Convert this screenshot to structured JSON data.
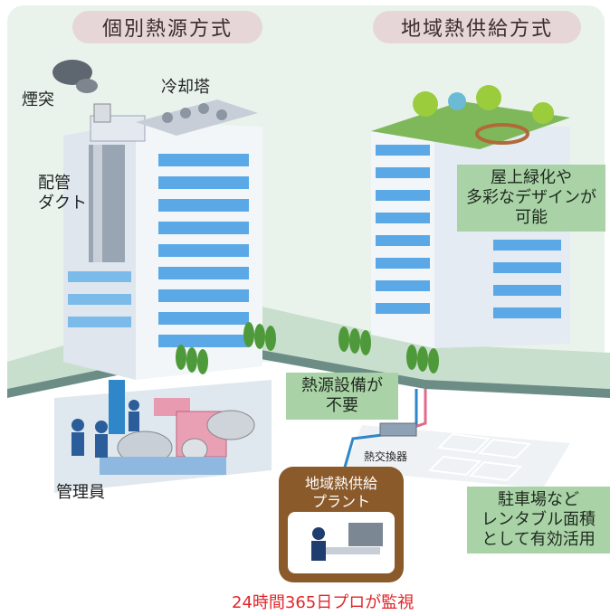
{
  "headers": {
    "left": "個別熱源方式",
    "right": "地域熱供給方式"
  },
  "left_labels": {
    "chimney": "煙突",
    "cooling_tower": "冷却塔",
    "duct_line1": "配管",
    "duct_line2": "ダクト",
    "staff": "管理員"
  },
  "right_labels": {
    "rooftop_line1": "屋上緑化や",
    "rooftop_line2": "多彩なデザインが",
    "rooftop_line3": "可能",
    "heat_source_line1": "熱源設備が",
    "heat_source_line2": "不要",
    "heat_exchanger": "熱交換器",
    "parking_line1": "駐車場など",
    "parking_line2": "レンタブル面積",
    "parking_line3": "として有効活用"
  },
  "plant": {
    "line1": "地域熱供給",
    "line2": "プラント"
  },
  "monitoring": "24時間365日プロが監視",
  "colors": {
    "header_pill": "#e6d6d7",
    "green_box": "#a9d3a6",
    "ground": "#c9dfcd",
    "window_blue": "#5aa9e6",
    "plant_brown": "#8b5a2b",
    "monitor_red": "#e0262a"
  }
}
